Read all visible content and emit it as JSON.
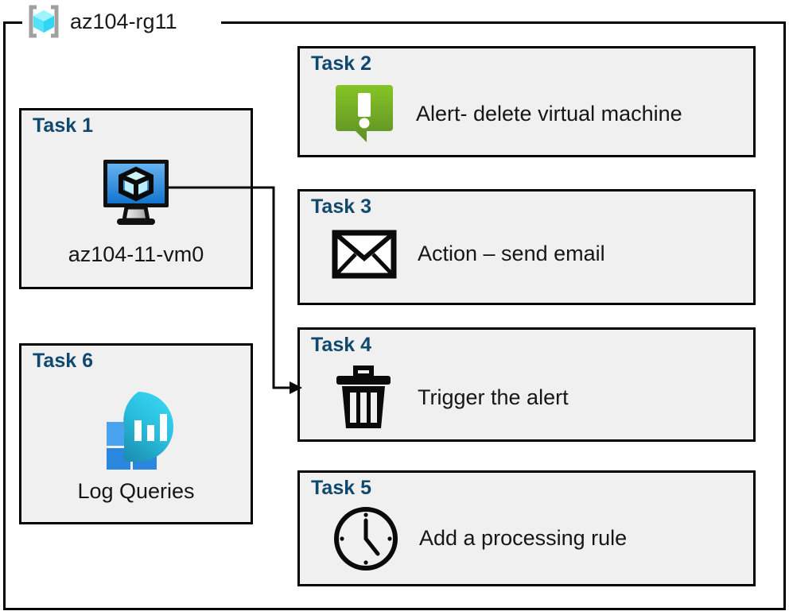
{
  "frame": {
    "name": "az104-rg11",
    "icon": "resource-group-icon",
    "border_color": "#000000"
  },
  "theme": {
    "task_title_color": "#10496e",
    "box_fill": "#f0f0f0",
    "box_border": "#000000",
    "text_color": "#161616",
    "rg_icon_cyan": "#50e6ff",
    "rg_icon_bracket": "#a0a0a0",
    "vm_screen_blue": "#2e8ce4",
    "alert_green": "#7ab929",
    "log_blue": "#3b96e3",
    "log_cyan": "#32d4f5"
  },
  "left_column": [
    {
      "title": "Task 1",
      "icon": "virtual-machine-icon",
      "caption": "az104-11-vm0"
    },
    {
      "title": "Task 6",
      "icon": "log-analytics-icon",
      "caption": "Log Queries"
    }
  ],
  "right_column": [
    {
      "title": "Task 2",
      "icon": "alert-bubble-icon",
      "text": "Alert- delete virtual machine"
    },
    {
      "title": "Task 3",
      "icon": "envelope-icon",
      "text": "Action – send email"
    },
    {
      "title": "Task 4",
      "icon": "trash-icon",
      "text": "Trigger the alert"
    },
    {
      "title": "Task 5",
      "icon": "clock-icon",
      "text": "Add a processing rule"
    }
  ],
  "connector": {
    "name": "vm-to-task4-connector",
    "from": "Task 1",
    "to": "Task 4",
    "arrow": "arrowhead-right"
  }
}
